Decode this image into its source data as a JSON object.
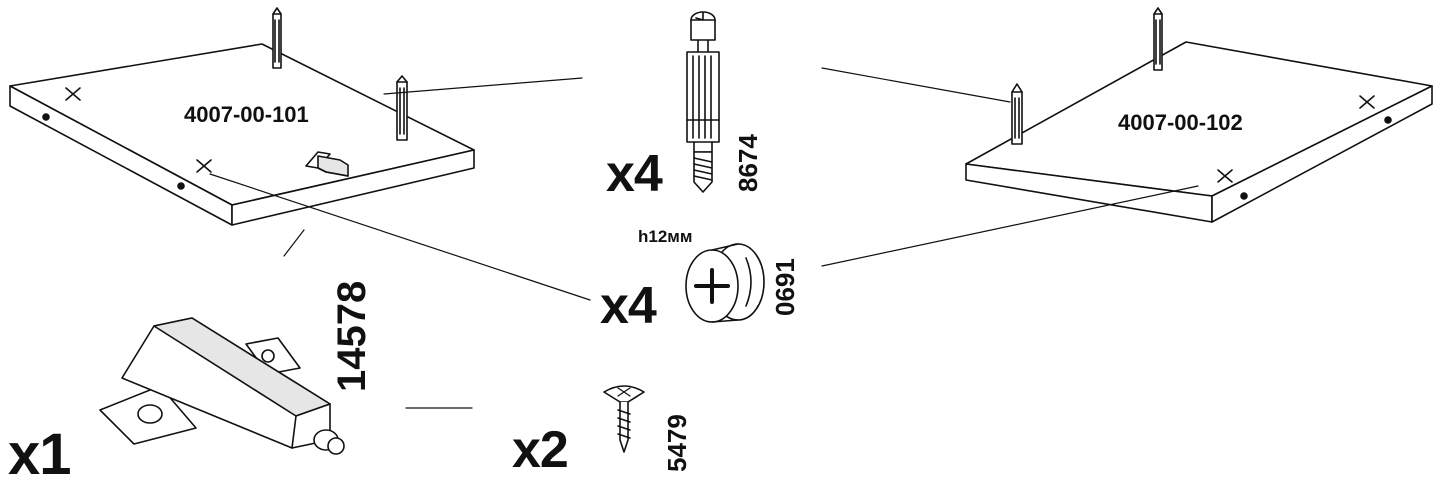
{
  "panels": {
    "left_code": "4007-00-101",
    "right_code": "4007-00-102"
  },
  "parts": {
    "cam_bolt": {
      "qty": "x4",
      "code": "8674"
    },
    "cam_lock": {
      "qty": "x4",
      "code": "0691",
      "note": "h12мм"
    },
    "screw": {
      "qty": "x2",
      "code": "5479"
    },
    "push_latch": {
      "qty": "x1",
      "code": "14578"
    }
  },
  "colors": {
    "ink": "#111111",
    "panel_fill": "#ffffff",
    "shade": "#d9d9d9"
  }
}
